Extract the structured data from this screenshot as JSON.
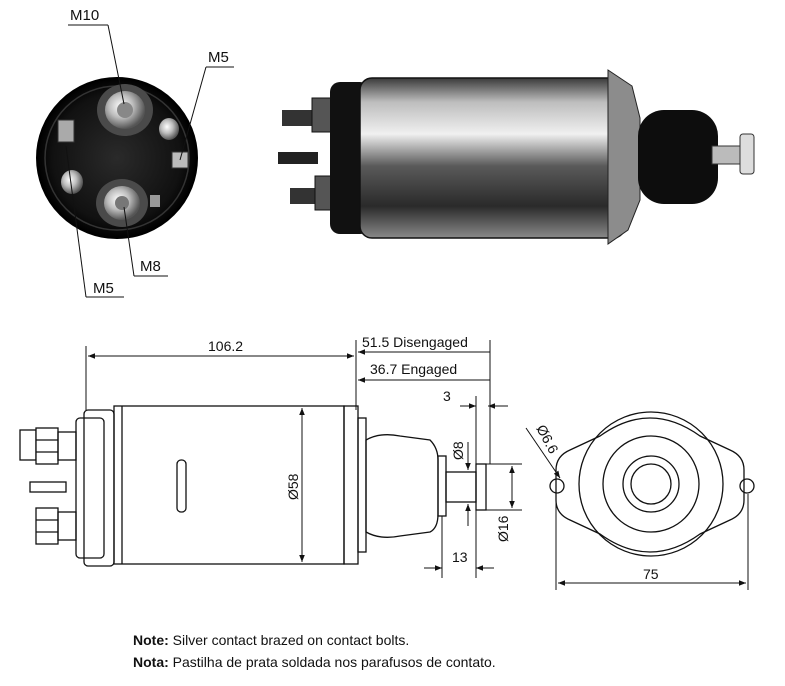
{
  "labels": {
    "m10": "M10",
    "m5_top": "M5",
    "m5_bottom": "M5",
    "m8": "M8"
  },
  "dimensions": {
    "length": "106.2",
    "disengaged": "51.5 Disengaged",
    "engaged": "36.7 Engaged",
    "three": "3",
    "dia8": "Ø8",
    "dia58": "Ø58",
    "dia16": "Ø16",
    "thirteen": "13",
    "dia66": "Ø6.6",
    "seventyfive": "75"
  },
  "notes": {
    "en_label": "Note:",
    "en_text": " Silver contact brazed on contact bolts.",
    "pt_label": "Nota:",
    "pt_text": " Pastilha de prata soldada nos parafusos de contato."
  },
  "colors": {
    "metal_dark": "#1a1a1a",
    "metal_mid": "#6e6e6e",
    "metal_light": "#d8d8d8",
    "line": "#111111"
  }
}
